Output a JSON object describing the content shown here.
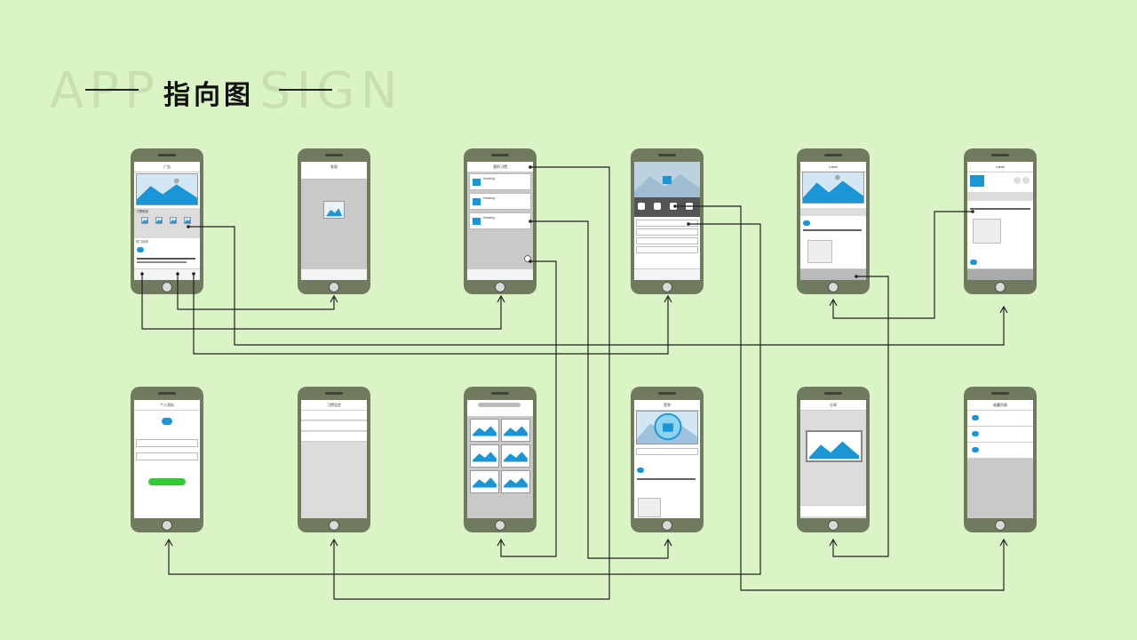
{
  "header": {
    "bg_text_left": "APP",
    "bg_text_right": "SIGN",
    "title": "指向图"
  },
  "colors": {
    "background": "#dbf4c5",
    "phone_body": "#6f7a5f",
    "accent_blue": "#1a96d6",
    "accent_green": "#35c935",
    "line": "#222222"
  },
  "screens": [
    {
      "id": "s1",
      "title": "广告"
    },
    {
      "id": "s2",
      "title": "发现"
    },
    {
      "id": "s3",
      "title": "我的习惯"
    },
    {
      "id": "s4",
      "title": "个人"
    },
    {
      "id": "s5",
      "title": "Label"
    },
    {
      "id": "s6",
      "title": "Label"
    },
    {
      "id": "s7",
      "title": "个人资料"
    },
    {
      "id": "s8",
      "title": "习惯设定"
    },
    {
      "id": "s9",
      "title": ""
    },
    {
      "id": "s10",
      "title": "签到"
    },
    {
      "id": "s11",
      "title": "分享"
    },
    {
      "id": "s12",
      "title": "收藏列表"
    }
  ]
}
